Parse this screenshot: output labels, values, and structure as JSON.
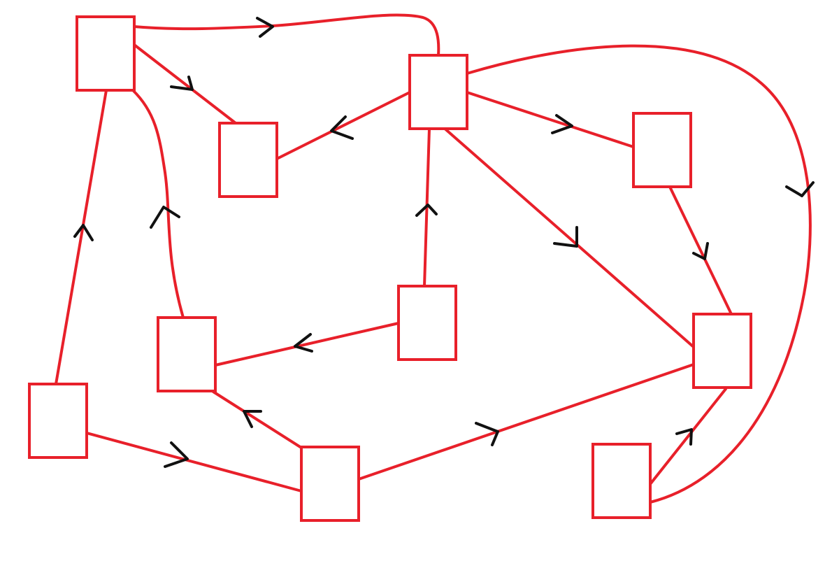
{
  "diagram": {
    "colors": {
      "node_stroke": "#e8202a",
      "edge_stroke": "#e8202a",
      "arrow_stroke": "#111111",
      "background": "#ffffff"
    },
    "nodes": [
      {
        "id": "n1",
        "label": ""
      },
      {
        "id": "n2",
        "label": ""
      },
      {
        "id": "n3",
        "label": ""
      },
      {
        "id": "n4",
        "label": ""
      },
      {
        "id": "n5",
        "label": ""
      },
      {
        "id": "n6",
        "label": ""
      },
      {
        "id": "n7",
        "label": ""
      },
      {
        "id": "n8",
        "label": ""
      },
      {
        "id": "n9",
        "label": ""
      },
      {
        "id": "n10",
        "label": ""
      },
      {
        "id": "n11",
        "label": ""
      }
    ],
    "edges": [
      {
        "id": "e1",
        "from": "n1",
        "to": "n3"
      },
      {
        "id": "e2",
        "from": "n1",
        "to": "n2"
      },
      {
        "id": "e3",
        "from": "n3",
        "to": "n2"
      },
      {
        "id": "e4",
        "from": "n3",
        "to": "n4"
      },
      {
        "id": "e5",
        "from": "n3",
        "to": "n10"
      },
      {
        "id": "e6",
        "from": "n3",
        "to": "n11"
      },
      {
        "id": "e7",
        "from": "n4",
        "to": "n10"
      },
      {
        "id": "e8",
        "from": "n6",
        "to": "n3"
      },
      {
        "id": "e9",
        "from": "n6",
        "to": "n5"
      },
      {
        "id": "e10",
        "from": "n5",
        "to": "n1"
      },
      {
        "id": "e11",
        "from": "n7",
        "to": "n1"
      },
      {
        "id": "e12",
        "from": "n7",
        "to": "n8"
      },
      {
        "id": "e13",
        "from": "n8",
        "to": "n5"
      },
      {
        "id": "e14",
        "from": "n8",
        "to": "n10"
      },
      {
        "id": "e15",
        "from": "n11",
        "to": "n10"
      },
      {
        "id": "e16",
        "from": "n11",
        "to": "n3"
      }
    ]
  }
}
